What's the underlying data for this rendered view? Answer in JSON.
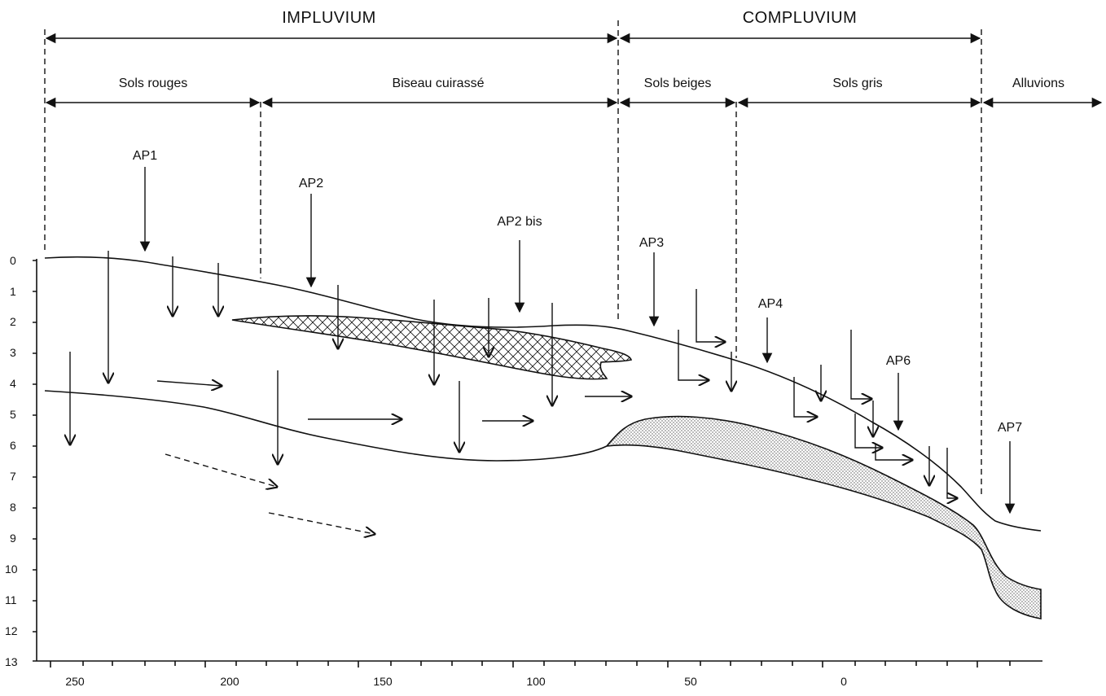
{
  "zones": {
    "impluvium": "IMPLUVIUM",
    "compluvium": "COMPLUVIUM"
  },
  "subzones": {
    "sols_rouges": "Sols rouges",
    "biseau_cuirasse": "Biseau cuirassé",
    "sols_beiges": "Sols beiges",
    "sols_gris": "Sols gris",
    "alluvions": "Alluvions"
  },
  "profiles": {
    "ap1": "AP1",
    "ap2": "AP2",
    "ap2bis": "AP2 bis",
    "ap3": "AP3",
    "ap4": "AP4",
    "ap6": "AP6",
    "ap7": "AP7"
  },
  "axes": {
    "y_ticks": [
      "0",
      "1",
      "2",
      "3",
      "4",
      "5",
      "6",
      "7",
      "8",
      "9",
      "10",
      "11",
      "12",
      "13"
    ],
    "x_ticks": [
      "250",
      "200",
      "150",
      "100",
      "50",
      "0"
    ]
  },
  "colors": {
    "ink": "#111111",
    "cuirasse_hatch": "#111111",
    "stipple": "#777777"
  }
}
